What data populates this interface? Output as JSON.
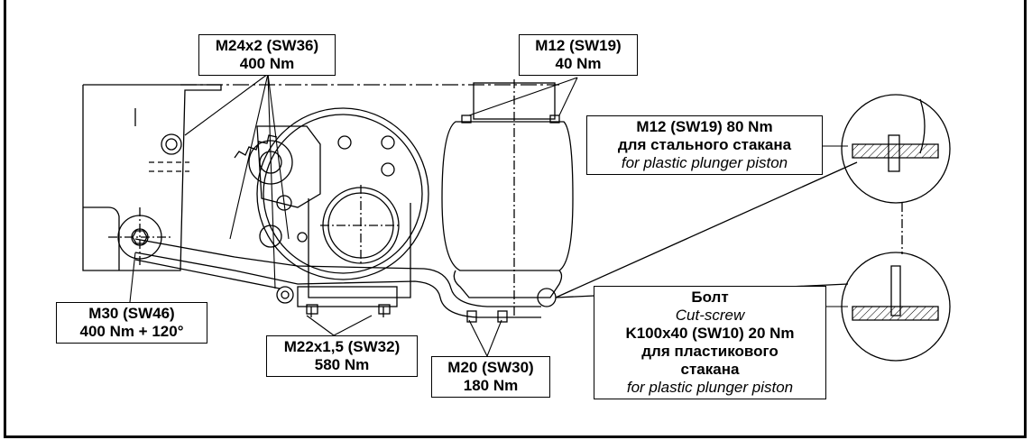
{
  "colors": {
    "ink": "#000000",
    "paper": "#ffffff"
  },
  "labels": {
    "m24": {
      "line1": "M24x2 (SW36)",
      "line2": "400 Nm"
    },
    "m12_top": {
      "line1": "M12 (SW19)",
      "line2": "40 Nm"
    },
    "m12_piston": {
      "line1": "M12 (SW19)  80 Nm",
      "line2": "для стального стакана",
      "line3": "for plastic plunger piston"
    },
    "m30": {
      "line1": "M30 (SW46)",
      "line2": "400 Nm + 120°"
    },
    "m22": {
      "line1": "M22x1,5 (SW32)",
      "line2": "580 Nm"
    },
    "m20": {
      "line1": "M20 (SW30)",
      "line2": "180 Nm"
    },
    "bolt": {
      "line1": "Болт",
      "line2": "Cut-screw",
      "line3": "K100x40 (SW10)  20 Nm",
      "line4": "для пластикового",
      "line5": "стакана",
      "line6": "for plastic plunger piston"
    }
  }
}
